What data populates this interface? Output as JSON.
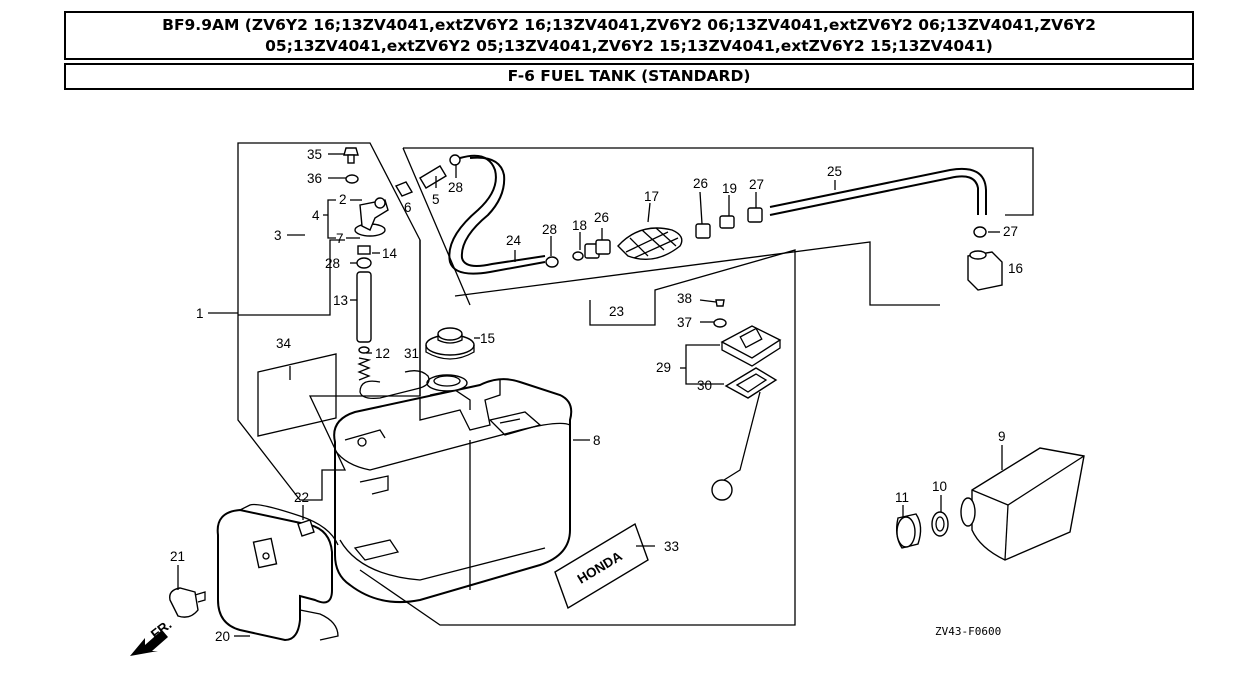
{
  "header": {
    "model_line_1": "BF9.9AM (ZV6Y2 16;13ZV4041,extZV6Y2 16;13ZV4041,ZV6Y2 06;13ZV4041,extZV6Y2 06;13ZV4041,ZV6Y2",
    "model_line_2": "05;13ZV4041,extZV6Y2 05;13ZV4041,ZV6Y2 15;13ZV4041,extZV6Y2 15;13ZV4041)",
    "section_title": "F-6 FUEL TANK (STANDARD)"
  },
  "diagram": {
    "code": "ZV43-F0600",
    "direction_label": "FR.",
    "brand_plate_text": "HONDA",
    "callouts": {
      "c1": "1",
      "c2": "2",
      "c3": "3",
      "c4": "4",
      "c5": "5",
      "c6": "6",
      "c7": "7",
      "c8": "8",
      "c9": "9",
      "c10": "10",
      "c11": "11",
      "c12": "12",
      "c13": "13",
      "c14": "14",
      "c15": "15",
      "c16": "16",
      "c17": "17",
      "c18": "18",
      "c19": "19",
      "c20": "20",
      "c21": "21",
      "c22": "22",
      "c23": "23",
      "c24": "24",
      "c25": "25",
      "c26a": "26",
      "c26b": "26",
      "c27a": "27",
      "c27b": "27",
      "c28a": "28",
      "c28b": "28",
      "c28c": "28",
      "c29": "29",
      "c30": "30",
      "c31": "31",
      "c33": "33",
      "c34": "34",
      "c35": "35",
      "c36": "36",
      "c37": "37",
      "c38": "38"
    }
  }
}
